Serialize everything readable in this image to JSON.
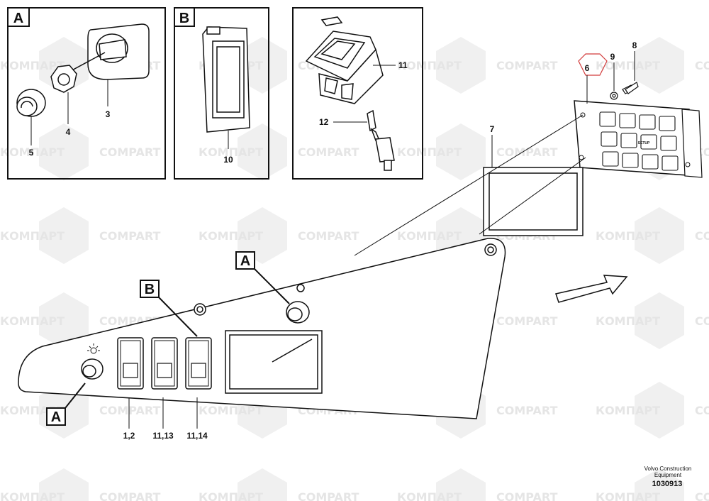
{
  "watermark": {
    "text_a": "КОМПАРТ",
    "text_b": "COMPART"
  },
  "panels": {
    "a_label": "A",
    "b_label": "B",
    "a_callout": "A",
    "b_callout": "B",
    "a_callout_2": "A"
  },
  "callouts": {
    "n1": "1,2",
    "n2": "11,13",
    "n3": "11,14",
    "n3_detail": "3",
    "n4": "4",
    "n5": "5",
    "n6": "6",
    "n7": "7",
    "n8": "8",
    "n9": "9",
    "n10": "10",
    "n11": "11",
    "n12": "12"
  },
  "keypad": {
    "setup_label": "SETUP"
  },
  "footer": {
    "brand_line1": "Volvo Construction",
    "brand_line2": "Equipment",
    "drawing_number": "1030913"
  },
  "colors": {
    "line": "#111111",
    "highlight": "#d23b3b",
    "watermark": "#d9d9d9"
  }
}
